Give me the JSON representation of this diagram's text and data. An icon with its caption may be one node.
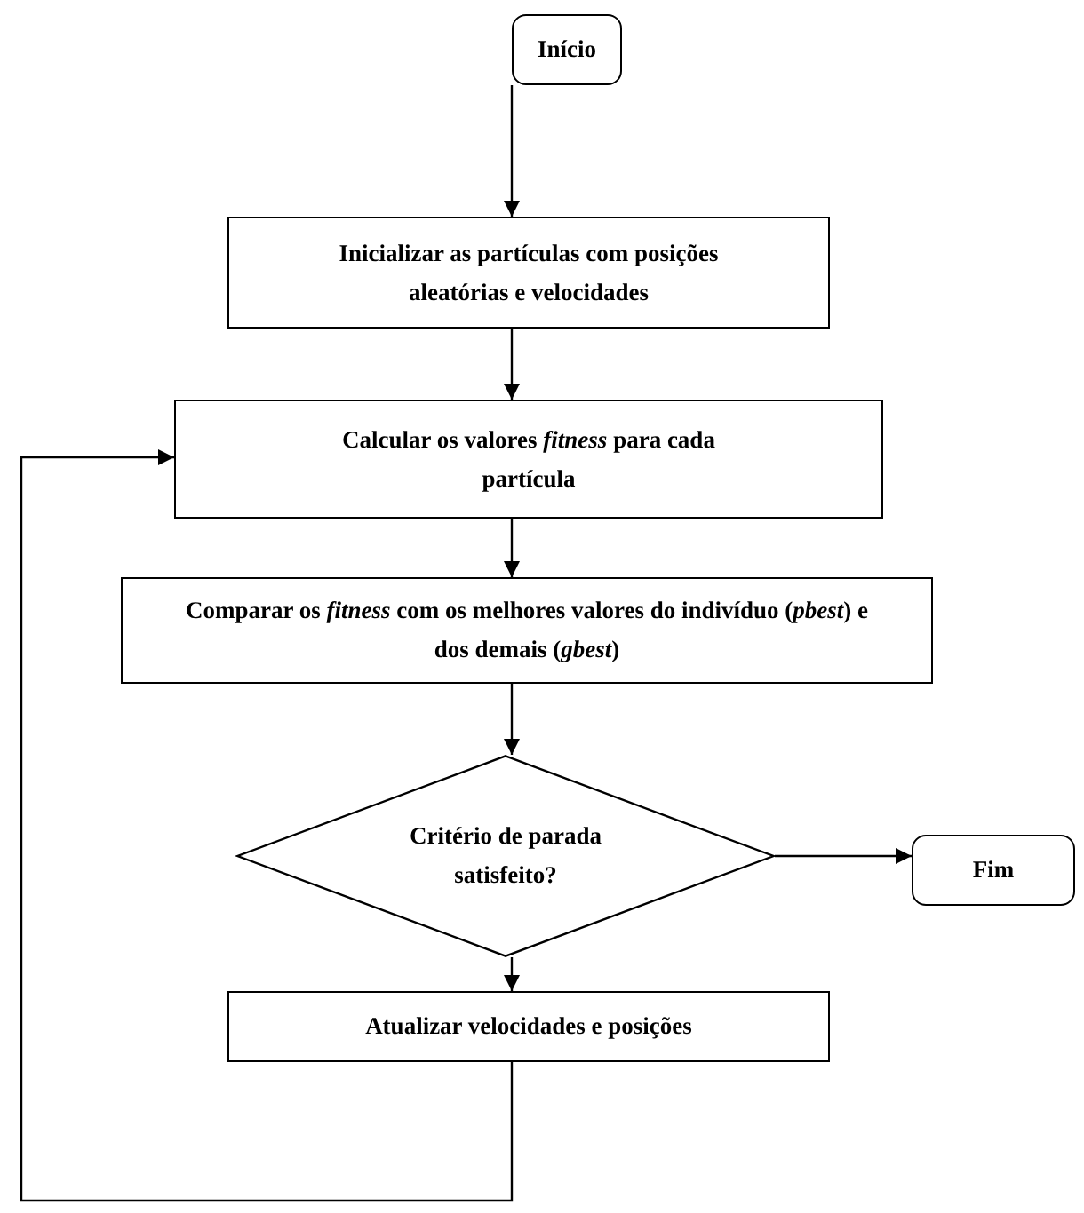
{
  "diagram": {
    "nodes": [
      {
        "text": [
          "Início"
        ]
      },
      {
        "text": [
          "Inicializar as partículas com posições aleatórias e velocidades"
        ]
      },
      {
        "text": [
          "Calcular os valores *fitness* para cada partícula"
        ]
      },
      {
        "text": [
          "Comparar os *fitness* com os melhores valores do indivíduo (*pbest*) e dos demais (*gbest*)"
        ]
      },
      {
        "text": [
          "Critério de parada satisfeito?"
        ]
      },
      {
        "text": [
          "Fim"
        ]
      },
      {
        "text": [
          "Atualizar velocidades e posições"
        ]
      }
    ],
    "edges": [
      {
        "from": 0,
        "to": 1,
        "arrow": "to"
      },
      {
        "from": 1,
        "to": 2,
        "arrow": "to"
      },
      {
        "from": 2,
        "to": 3,
        "arrow": "to"
      },
      {
        "from": 3,
        "to": 4,
        "arrow": "to"
      },
      {
        "from": 4,
        "to": 5,
        "arrow": "to"
      },
      {
        "from": 4,
        "to": 6,
        "arrow": "to"
      },
      {
        "from": 6,
        "to": 2,
        "arrow": "to"
      }
    ]
  }
}
